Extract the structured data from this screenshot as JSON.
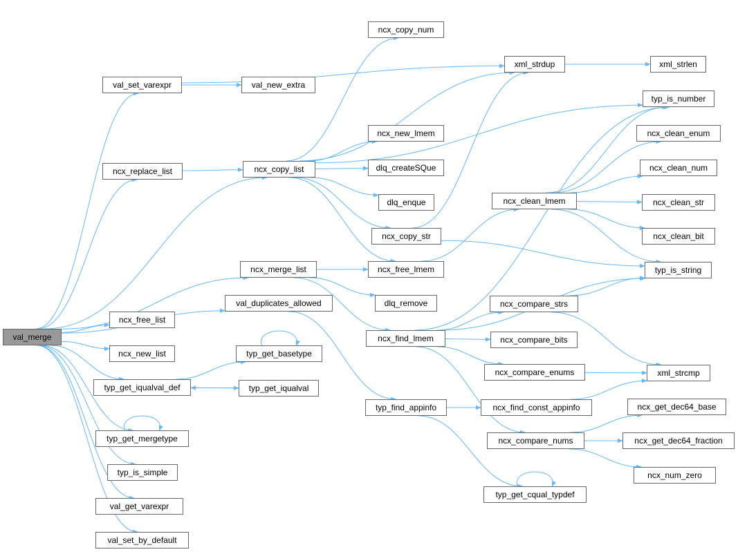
{
  "graph": {
    "root": "val_merge",
    "nodes": {
      "val_merge": "val_merge",
      "val_set_varexpr": "val_set_varexpr",
      "val_new_extra": "val_new_extra",
      "ncx_copy_num": "ncx_copy_num",
      "xml_strdup": "xml_strdup",
      "xml_strlen": "xml_strlen",
      "typ_is_number": "typ_is_number",
      "ncx_replace_list": "ncx_replace_list",
      "ncx_copy_list": "ncx_copy_list",
      "ncx_new_lmem": "ncx_new_lmem",
      "dlq_createSQue": "dlq_createSQue",
      "dlq_enque": "dlq_enque",
      "ncx_clean_enum": "ncx_clean_enum",
      "ncx_clean_num": "ncx_clean_num",
      "ncx_clean_lmem": "ncx_clean_lmem",
      "ncx_clean_str": "ncx_clean_str",
      "ncx_copy_str": "ncx_copy_str",
      "ncx_clean_bit": "ncx_clean_bit",
      "ncx_merge_list": "ncx_merge_list",
      "ncx_free_lmem": "ncx_free_lmem",
      "typ_is_string": "typ_is_string",
      "val_duplicates_allowed": "val_duplicates_allowed",
      "dlq_remove": "dlq_remove",
      "ncx_compare_strs": "ncx_compare_strs",
      "ncx_free_list": "ncx_free_list",
      "ncx_find_lmem": "ncx_find_lmem",
      "ncx_compare_bits": "ncx_compare_bits",
      "ncx_new_list": "ncx_new_list",
      "typ_get_basetype": "typ_get_basetype",
      "ncx_compare_enums": "ncx_compare_enums",
      "xml_strcmp": "xml_strcmp",
      "typ_get_iqualval_def": "typ_get_iqualval_def",
      "typ_get_iqualval": "typ_get_iqualval",
      "ncx_get_dec64_base": "ncx_get_dec64_base",
      "typ_find_appinfo": "typ_find_appinfo",
      "ncx_find_const_appinfo": "ncx_find_const_appinfo",
      "ncx_compare_nums": "ncx_compare_nums",
      "ncx_get_dec64_fraction": "ncx_get_dec64_fraction",
      "typ_get_mergetype": "typ_get_mergetype",
      "ncx_num_zero": "ncx_num_zero",
      "typ_is_simple": "typ_is_simple",
      "typ_get_cqual_typdef": "typ_get_cqual_typdef",
      "val_get_varexpr": "val_get_varexpr",
      "val_set_by_default": "val_set_by_default"
    },
    "edges": [
      [
        "val_merge",
        "val_set_varexpr"
      ],
      [
        "val_merge",
        "ncx_replace_list"
      ],
      [
        "val_merge",
        "ncx_copy_list"
      ],
      [
        "val_merge",
        "ncx_merge_list"
      ],
      [
        "val_merge",
        "val_duplicates_allowed"
      ],
      [
        "val_merge",
        "ncx_free_list"
      ],
      [
        "val_merge",
        "ncx_new_list"
      ],
      [
        "val_merge",
        "typ_get_iqualval_def"
      ],
      [
        "val_merge",
        "typ_get_mergetype"
      ],
      [
        "val_merge",
        "typ_is_simple"
      ],
      [
        "val_merge",
        "val_get_varexpr"
      ],
      [
        "val_merge",
        "val_set_by_default"
      ],
      [
        "val_set_varexpr",
        "val_new_extra"
      ],
      [
        "val_set_varexpr",
        "xml_strdup"
      ],
      [
        "ncx_replace_list",
        "ncx_copy_list"
      ],
      [
        "ncx_copy_list",
        "ncx_copy_num"
      ],
      [
        "ncx_copy_list",
        "xml_strdup"
      ],
      [
        "ncx_copy_list",
        "typ_is_number"
      ],
      [
        "ncx_copy_list",
        "ncx_new_lmem"
      ],
      [
        "ncx_copy_list",
        "dlq_createSQue"
      ],
      [
        "ncx_copy_list",
        "dlq_enque"
      ],
      [
        "ncx_copy_list",
        "ncx_copy_str"
      ],
      [
        "ncx_copy_list",
        "ncx_free_lmem"
      ],
      [
        "ncx_copy_str",
        "xml_strdup"
      ],
      [
        "ncx_copy_str",
        "typ_is_string"
      ],
      [
        "xml_strdup",
        "xml_strlen"
      ],
      [
        "ncx_merge_list",
        "ncx_free_lmem"
      ],
      [
        "ncx_merge_list",
        "dlq_remove"
      ],
      [
        "ncx_merge_list",
        "ncx_find_lmem"
      ],
      [
        "ncx_free_lmem",
        "ncx_clean_lmem"
      ],
      [
        "ncx_clean_lmem",
        "typ_is_number"
      ],
      [
        "ncx_clean_lmem",
        "ncx_clean_enum"
      ],
      [
        "ncx_clean_lmem",
        "ncx_clean_num"
      ],
      [
        "ncx_clean_lmem",
        "ncx_clean_str"
      ],
      [
        "ncx_clean_lmem",
        "ncx_clean_bit"
      ],
      [
        "ncx_clean_lmem",
        "typ_is_string"
      ],
      [
        "val_duplicates_allowed",
        "typ_find_appinfo"
      ],
      [
        "ncx_find_lmem",
        "typ_is_number"
      ],
      [
        "ncx_find_lmem",
        "typ_is_string"
      ],
      [
        "ncx_find_lmem",
        "ncx_compare_strs"
      ],
      [
        "ncx_find_lmem",
        "ncx_compare_bits"
      ],
      [
        "ncx_find_lmem",
        "ncx_compare_enums"
      ],
      [
        "ncx_find_lmem",
        "ncx_compare_nums"
      ],
      [
        "ncx_compare_strs",
        "typ_is_string"
      ],
      [
        "ncx_compare_strs",
        "xml_strcmp"
      ],
      [
        "ncx_compare_enums",
        "xml_strcmp"
      ],
      [
        "typ_find_appinfo",
        "ncx_find_const_appinfo"
      ],
      [
        "typ_find_appinfo",
        "typ_get_cqual_typdef"
      ],
      [
        "ncx_find_const_appinfo",
        "xml_strcmp"
      ],
      [
        "ncx_compare_nums",
        "ncx_get_dec64_base"
      ],
      [
        "ncx_compare_nums",
        "ncx_get_dec64_fraction"
      ],
      [
        "ncx_compare_nums",
        "ncx_num_zero"
      ],
      [
        "typ_get_iqualval_def",
        "typ_get_basetype"
      ],
      [
        "typ_get_iqualval_def",
        "typ_get_iqualval"
      ],
      [
        "typ_get_iqualval",
        "typ_get_iqualval_def"
      ],
      [
        "typ_get_basetype",
        "typ_get_basetype"
      ],
      [
        "typ_get_mergetype",
        "typ_get_mergetype"
      ],
      [
        "typ_get_cqual_typdef",
        "typ_get_cqual_typdef"
      ]
    ]
  },
  "colors": {
    "edge": "#63b8ff",
    "root_fill": "#999999",
    "border": "#666666"
  }
}
